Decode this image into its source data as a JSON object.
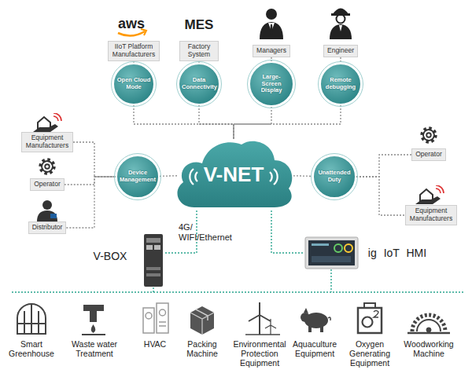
{
  "diagram": {
    "nodes": [
      {
        "text": [
          "IIoT Platform Manufacturers"
        ]
      },
      {
        "text": [
          "Factory System"
        ]
      },
      {
        "text": [
          "Managers"
        ]
      },
      {
        "text": [
          "Engineer"
        ]
      },
      {
        "text": [
          "Open Cloud Mode"
        ]
      },
      {
        "text": [
          "Data Connectivity"
        ]
      },
      {
        "text": [
          "Large-Screen Display"
        ]
      },
      {
        "text": [
          "Remote debugging"
        ]
      },
      {
        "text": [
          "Equipment Manufacturers"
        ]
      },
      {
        "text": [
          "Operator"
        ]
      },
      {
        "text": [
          "Distributor"
        ]
      },
      {
        "text": [
          "Device Management"
        ]
      },
      {
        "text": [
          "V-NET"
        ]
      },
      {
        "text": [
          "Unattended Duty"
        ]
      },
      {
        "text": [
          "Operator"
        ]
      },
      {
        "text": [
          "Equipment Manufacturers"
        ]
      }
    ],
    "edges": [
      {
        "from": 0,
        "to": 4,
        "arrow": "none"
      },
      {
        "from": 1,
        "to": 5,
        "arrow": "none"
      },
      {
        "from": 2,
        "to": 6,
        "arrow": "none"
      },
      {
        "from": 3,
        "to": 7,
        "arrow": "none"
      },
      {
        "from": 4,
        "to": 12,
        "arrow": "none"
      },
      {
        "from": 5,
        "to": 12,
        "arrow": "none"
      },
      {
        "from": 6,
        "to": 12,
        "arrow": "none"
      },
      {
        "from": 7,
        "to": 12,
        "arrow": "none"
      },
      {
        "from": 8,
        "to": 11,
        "arrow": "none"
      },
      {
        "from": 9,
        "to": 11,
        "arrow": "none"
      },
      {
        "from": 10,
        "to": 11,
        "arrow": "none"
      },
      {
        "from": 11,
        "to": 12,
        "arrow": "none"
      },
      {
        "from": 12,
        "to": 13,
        "arrow": "none"
      },
      {
        "from": 13,
        "to": 14,
        "arrow": "none"
      },
      {
        "from": 13,
        "to": 15,
        "arrow": "none"
      }
    ],
    "labels": [
      "aws",
      "MES",
      "4G/ WIFI/Ethernet",
      "V-BOX",
      "ig IoT HMI",
      "Smart Greenhouse",
      "Waste water Treatment",
      "HVAC",
      "Packing Machine",
      "Environmental Protection Equipment",
      "Aquaculture Equipment",
      "Oxygen Generating Equipment",
      "Woodworking Machine"
    ]
  }
}
